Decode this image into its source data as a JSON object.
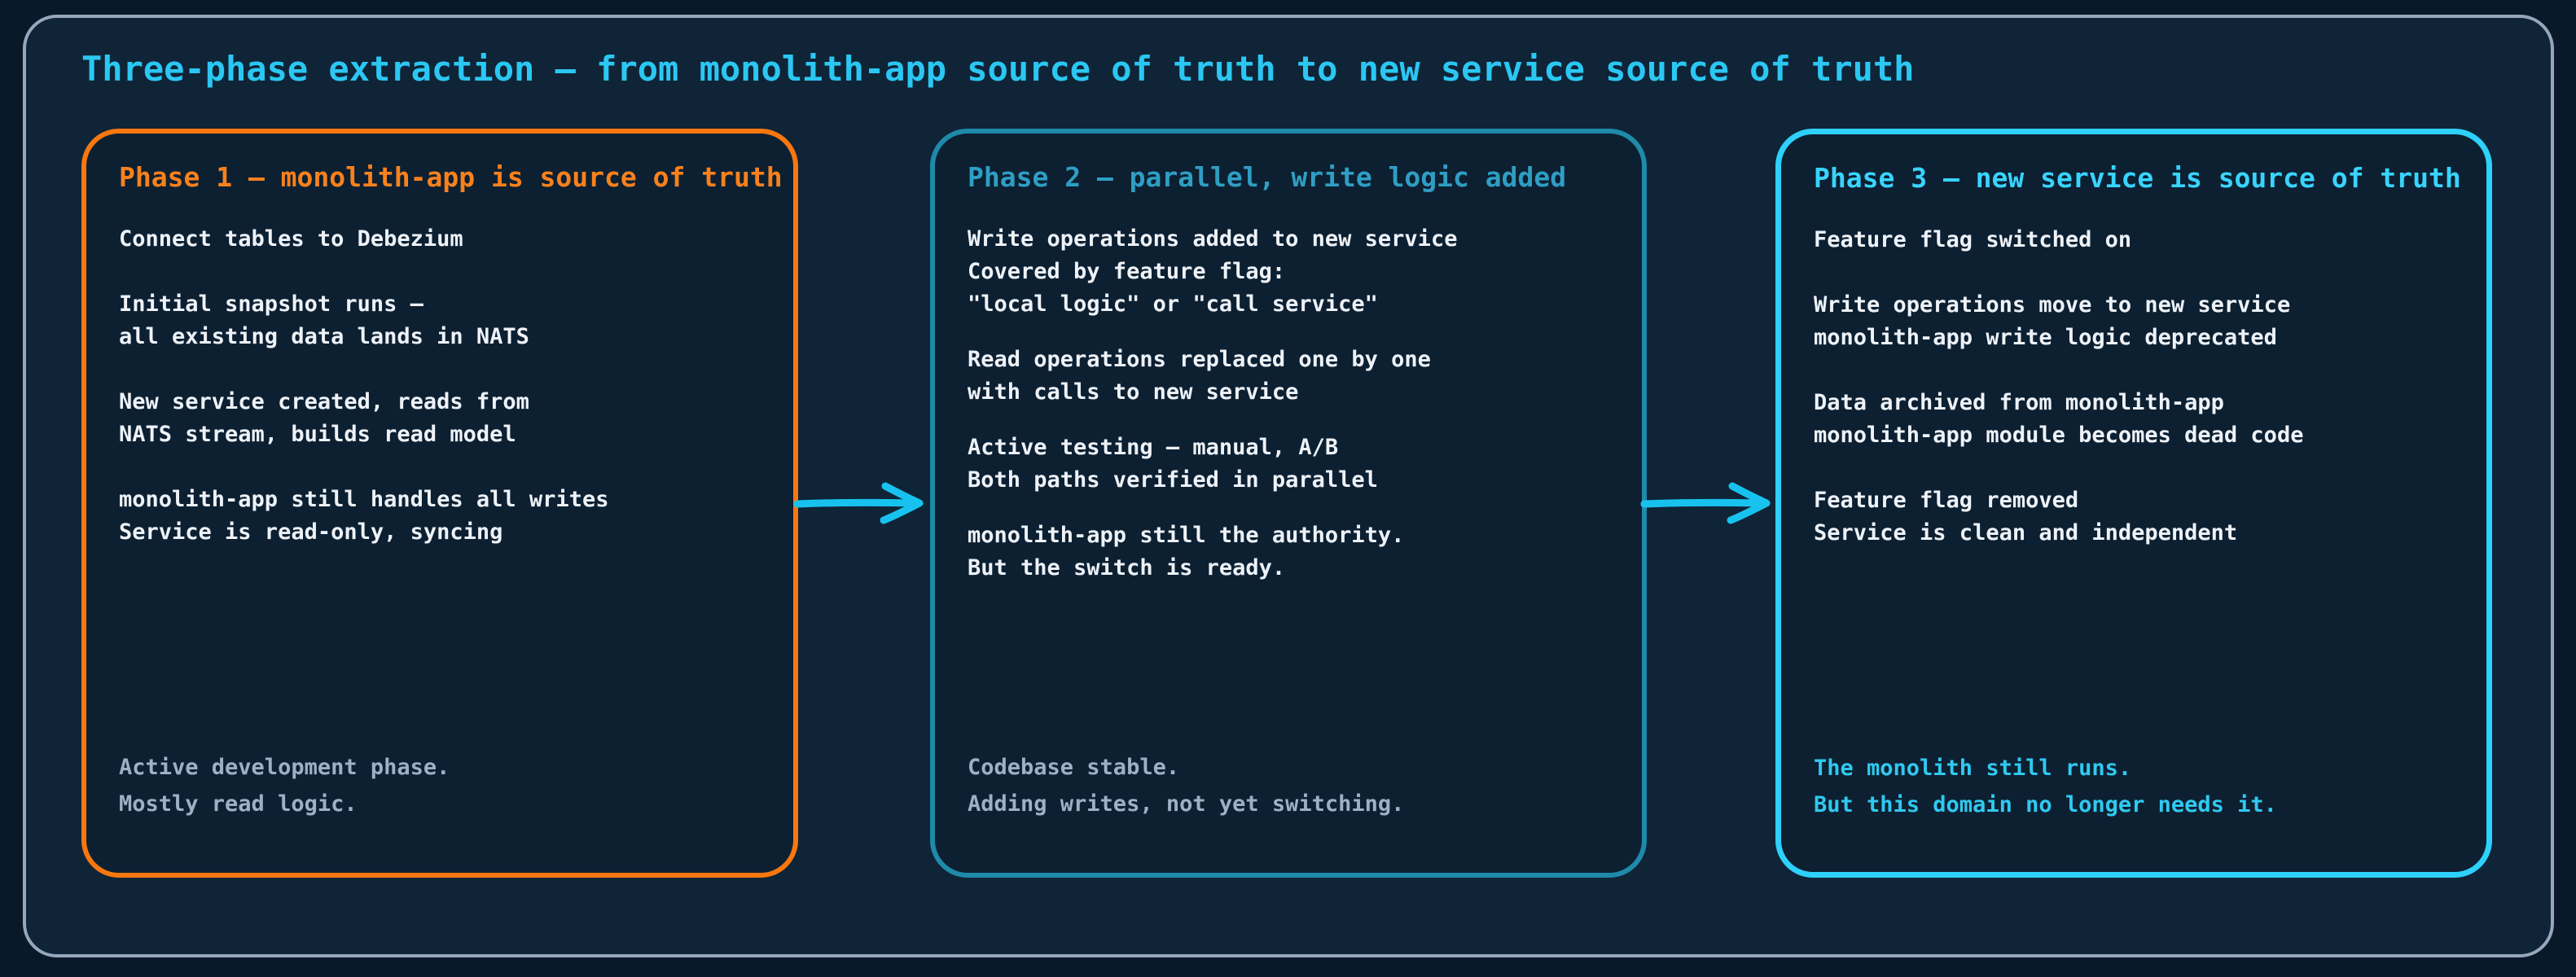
{
  "title": "Three-phase extraction — from monolith-app source of truth to new service source of truth",
  "colors": {
    "frame_border": "#97a6bc",
    "panel_background": "#0f2437",
    "box_background": "#0c2032",
    "title_cyan": "#2bc7f3",
    "phase1_orange": "#f8770f",
    "phase2_teal": "#1f8aa9",
    "phase3_cyan": "#2ed1fb",
    "body_text": "#eef2f7",
    "muted_footer_text": "#9db0c6",
    "cyan_footer_text": "#30c9f0",
    "arrow_cyan": "#18c2ee"
  },
  "icons": {
    "arrow_1": "right-arrow",
    "arrow_2": "right-arrow"
  },
  "phases": [
    {
      "title": "Phase 1 — monolith-app is source of truth",
      "paragraphs": [
        [
          "Connect tables to Debezium"
        ],
        [
          "Initial snapshot runs —",
          "all existing data lands in NATS"
        ],
        [
          "New service created, reads from",
          "NATS stream, builds read model"
        ],
        [
          "monolith-app still handles all writes",
          "Service is read-only, syncing"
        ]
      ],
      "footer": [
        "Active development phase.",
        "Mostly read logic."
      ]
    },
    {
      "title": "Phase 2 — parallel, write logic added",
      "paragraphs": [
        [
          "Write operations added to new service",
          "Covered by feature flag:",
          "\"local logic\" or \"call service\""
        ],
        [
          "Read operations replaced one by one",
          "with calls to new service"
        ],
        [
          "Active testing — manual, A/B",
          "Both paths verified in parallel"
        ],
        [
          "monolith-app still the authority.",
          "But the switch is ready."
        ]
      ],
      "footer": [
        "Codebase stable.",
        "Adding writes, not yet switching."
      ]
    },
    {
      "title": "Phase 3 — new service is source of truth",
      "paragraphs": [
        [
          "Feature flag switched on"
        ],
        [
          "Write operations move to new service",
          "monolith-app write logic deprecated"
        ],
        [
          "Data archived from monolith-app",
          "monolith-app module becomes dead code"
        ],
        [
          "Feature flag removed",
          "Service is clean and independent"
        ]
      ],
      "footer": [
        "The monolith still runs.",
        "But this domain no longer needs it."
      ]
    }
  ]
}
